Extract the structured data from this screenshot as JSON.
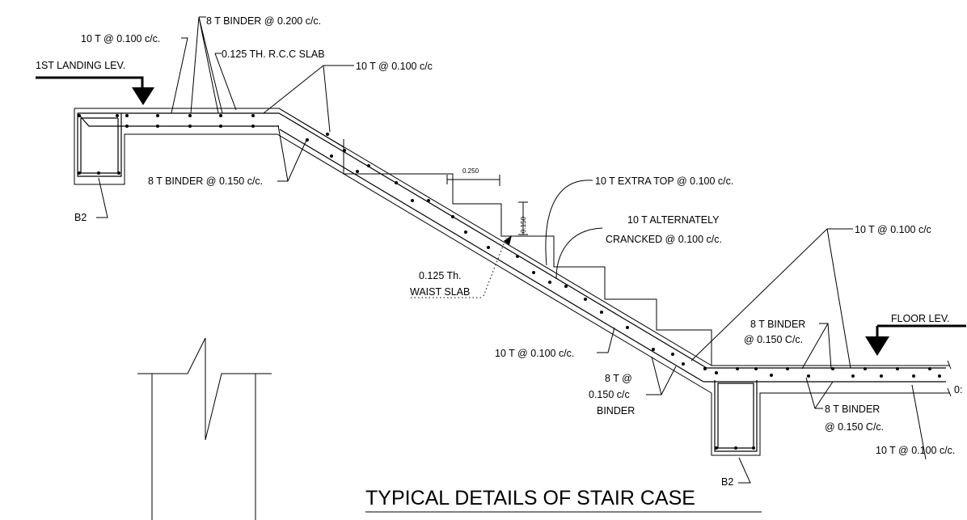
{
  "title": "TYPICAL DETAILS OF STAIR CASE",
  "landing": {
    "level_label": "1ST LANDING LEV.",
    "binder_top": "8 T BINDER @ 0.200 c/c.",
    "main_bar": "10 T @ 0.100 c/c.",
    "slab": "0.125 TH. R.C.C SLAB",
    "top_bar": "10 T @ 0.100 c/c",
    "binder_bottom": "8 T BINDER @ 0.150 c/c.",
    "beam": "B2"
  },
  "flight": {
    "tread": "0.250",
    "riser": "0.150",
    "extra_top": "10 T EXTRA TOP @ 0.100 c/c.",
    "alternate_line1": "10 T ALTERNATELY",
    "alternate_line2": "CRANCKED @ 0.100 c/c.",
    "waist_line1": "0.125 Th.",
    "waist_line2": "WAIST SLAB",
    "bottom_bar": "10 T @ 0.100 c/c.",
    "binder_line1": "8 T @",
    "binder_line2": "0.150 c/c",
    "binder_line3": "BINDER"
  },
  "floor": {
    "level_label": "FLOOR LEV.",
    "top_bar": "10 T @ 0.100 c/c",
    "binder_top_line1": "8 T BINDER",
    "binder_top_line2": "@ 0.150 C/c.",
    "binder_bottom_line1": "8 T BINDER",
    "binder_bottom_line2": "@ 0.150 C/c.",
    "bottom_bar": "10 T @ 0.100 c/c.",
    "beam": "B2",
    "edge_mark": "0:"
  }
}
